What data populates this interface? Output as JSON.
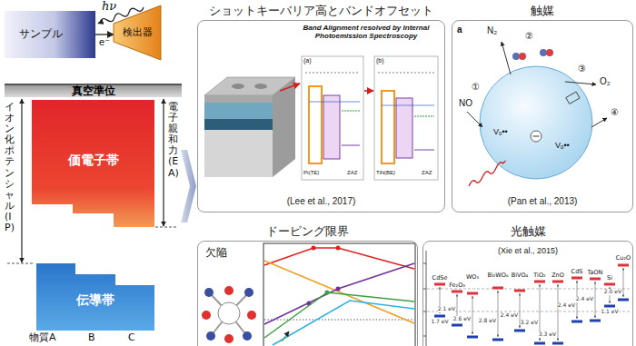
{
  "diagram": {
    "nodes": [
      {
        "text": [
          "サンプル"
        ]
      },
      {
        "text": [
          "検出器"
        ]
      },
      {
        "text": [
          "真空準位"
        ]
      },
      {
        "text": [
          "価電子帯"
        ]
      },
      {
        "text": [
          "伝導帯"
        ]
      },
      {
        "text": [
          "ショットキーバリア高とバンドオフセット",
          "(Lee et al., 2017)"
        ]
      },
      {
        "text": [
          "触媒",
          "(Pan et al., 2013)"
        ]
      },
      {
        "text": [
          "ドーピング限界"
        ]
      },
      {
        "text": [
          "光触媒",
          "(Xie et al., 2015)"
        ]
      }
    ],
    "edges": [
      {
        "from": 0,
        "to": 1,
        "arrow": "to",
        "label": "e⁻"
      }
    ],
    "labels": [
      "hν",
      "物質A",
      "B",
      "C",
      "イオン化ポテンシャル (IP)",
      "電子親和力 (EA)",
      "Band Alignment resolved by Internal Photoemission Spectroscopy",
      "a",
      "N₂",
      "②",
      "①",
      "NO",
      "③",
      "O₂",
      "④",
      "欠陥",
      "CdSe",
      "Fe₂O₃",
      "WO₃",
      "Bi₂WO₆",
      "BiVO₄",
      "TiO₂",
      "ZnO",
      "CdS",
      "TaON",
      "Si",
      "Cu₂O",
      "1.7 eV",
      "2.1 eV",
      "2.6 eV",
      "2.8 eV",
      "2.4 eV",
      "3.2 eV",
      "3.3 eV",
      "2.4 eV",
      "2.4 eV",
      "1.1 eV",
      "2.0 eV",
      "Vₒ••",
      "Vₒ••",
      "(a)",
      "(b)",
      "Pt(TE)",
      "ZAZ",
      "TiN(BE)",
      "ZAZ"
    ]
  }
}
